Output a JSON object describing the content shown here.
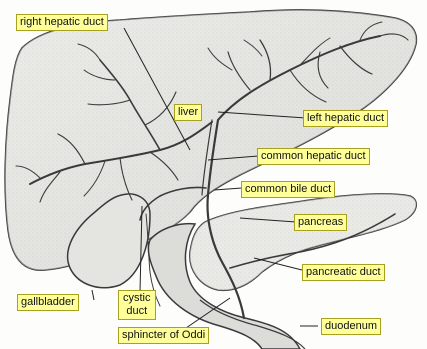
{
  "labels": {
    "right_hepatic_duct": "right hepatic duct",
    "liver": "liver",
    "left_hepatic_duct": "left hepatic duct",
    "common_hepatic_duct": "common hepatic duct",
    "common_bile_duct": "common bile duct",
    "pancreas": "pancreas",
    "pancreatic_duct": "pancreatic duct",
    "gallbladder": "gallbladder",
    "cystic_line1": "cystic",
    "cystic_line2": "duct",
    "sphincter_of_oddi": "sphincter of Oddi",
    "duodenum": "duodenum"
  },
  "colors": {
    "label_fill": "#ffff99",
    "organ_shading": "#d8d8d8",
    "outline": "#3a3a3a"
  }
}
